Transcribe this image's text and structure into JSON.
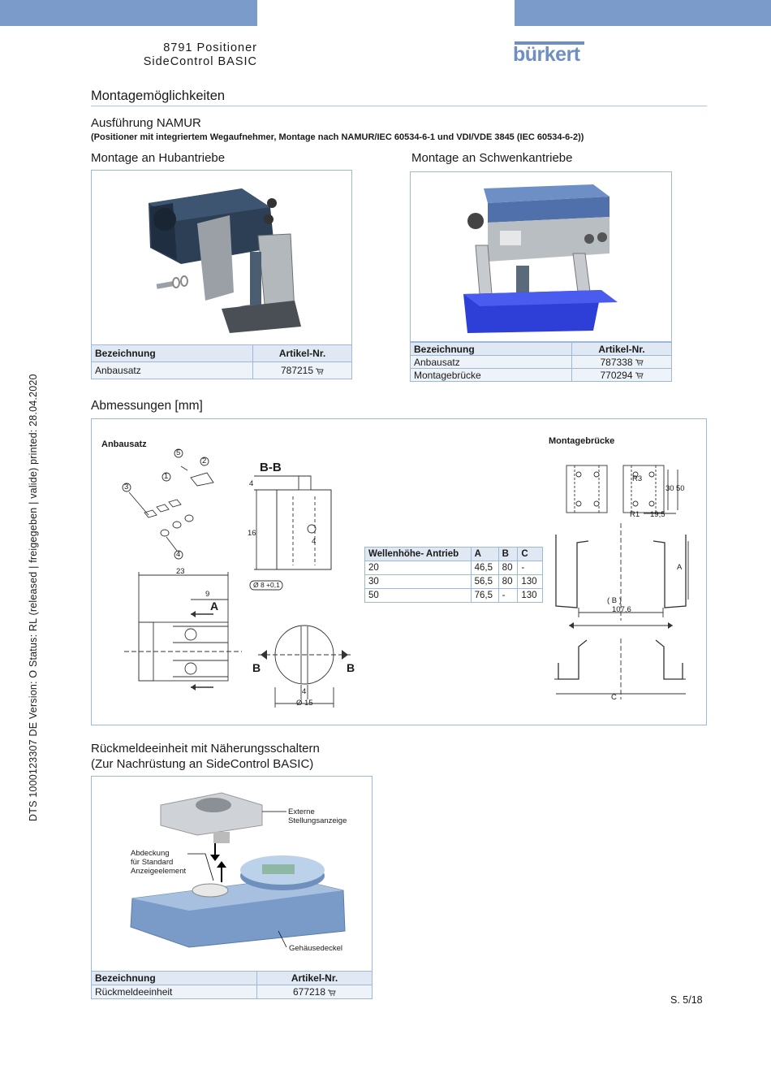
{
  "header": {
    "product_line1": "8791 Positioner",
    "product_line2": "SideControl BASIC",
    "brand": "bürkert",
    "brand_color": "#6f8fc2",
    "bar_color": "#7b9ccb"
  },
  "side_text": "DTS  1000123307  DE  Version: O  Status: RL (released | freigegeben | valide)  printed: 28.04.2020",
  "section_mounting": {
    "title": "Montagemöglichkeiten",
    "variant_title": "Ausführung NAMUR",
    "variant_note": "(Positioner mit integriertem Wegaufnehmer, Montage nach NAMUR/IEC 60534-6-1 und VDI/VDE 3845 (IEC 60534-6-2))",
    "linear": {
      "title": "Montage an Hubantriebe",
      "table_headers": [
        "Bezeichnung",
        "Artikel-Nr."
      ],
      "rows": [
        {
          "name": "Anbausatz",
          "article": "787215"
        }
      ]
    },
    "rotary": {
      "title": "Montage an Schwenkantriebe",
      "table_headers": [
        "Bezeichnung",
        "Artikel-Nr."
      ],
      "rows": [
        {
          "name": "Anbausatz",
          "article": "787338"
        },
        {
          "name": "Montagebrücke",
          "article": "770294"
        }
      ]
    }
  },
  "section_dimensions": {
    "title": "Abmessungen [mm]",
    "left_label": "Anbausatz",
    "right_label": "Montagebrücke",
    "section_label": "B-B",
    "callouts": [
      "1",
      "2",
      "3",
      "4",
      "5"
    ],
    "dims": {
      "d23": "23",
      "d9": "9",
      "d4a": "4",
      "d16": "16",
      "d4b": "4",
      "d_bore": "Ø 8 +0,1",
      "d4c": "4",
      "d15": "Ø 15",
      "view_a": "A",
      "view_b1": "B",
      "view_b2": "B",
      "r3": "R3",
      "d30": "30",
      "d50": "50",
      "r1": "R1",
      "d19_5": "19,5",
      "a_dim": "A",
      "b_dim": "( B )",
      "d107_6": "107,6",
      "c_dim": "C"
    },
    "table": {
      "headers": [
        "Wellenhöhe- Antrieb",
        "A",
        "B",
        "C"
      ],
      "rows": [
        [
          "20",
          "46,5",
          "80",
          "-"
        ],
        [
          "30",
          "56,5",
          "80",
          "130"
        ],
        [
          "50",
          "76,5",
          "-",
          "130"
        ]
      ]
    }
  },
  "section_feedback": {
    "title": "Rückmeldeeinheit mit Näherungsschaltern",
    "subtitle": "(Zur Nachrüstung an SideControl BASIC)",
    "labels": {
      "external_line1": "Externe",
      "external_line2": "Stellungsanzeige",
      "cover_line1": "Abdeckung",
      "cover_line2": "für Standard",
      "cover_line3": "Anzeigeelement",
      "housing": "Gehäusedeckel"
    },
    "table_headers": [
      "Bezeichnung",
      "Artikel-Nr."
    ],
    "rows": [
      {
        "name": "Rückmeldeeinheit",
        "article": "677218"
      }
    ]
  },
  "footer": {
    "page": "S. 5/18"
  },
  "icons": {
    "cart": "shopping-cart-icon"
  }
}
